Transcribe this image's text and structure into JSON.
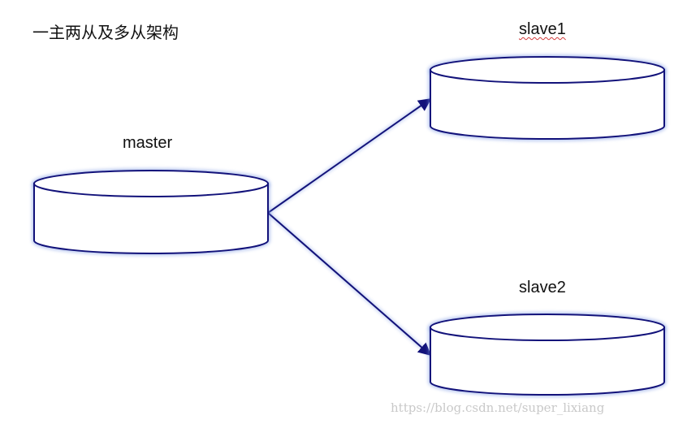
{
  "title": "一主两从及多从架构",
  "nodes": {
    "master": {
      "label": "master"
    },
    "slave1": {
      "label": "slave1"
    },
    "slave2": {
      "label": "slave2"
    }
  },
  "edges": [
    {
      "from": "master",
      "to": "slave1"
    },
    {
      "from": "master",
      "to": "slave2"
    }
  ],
  "watermark": "https://blog.csdn.net/super_lixiang",
  "colors": {
    "outline": "#12127a",
    "glow": "#6f8fe0",
    "fill": "#ffffff",
    "text": "#111111",
    "watermark": "#c9c9c9"
  }
}
